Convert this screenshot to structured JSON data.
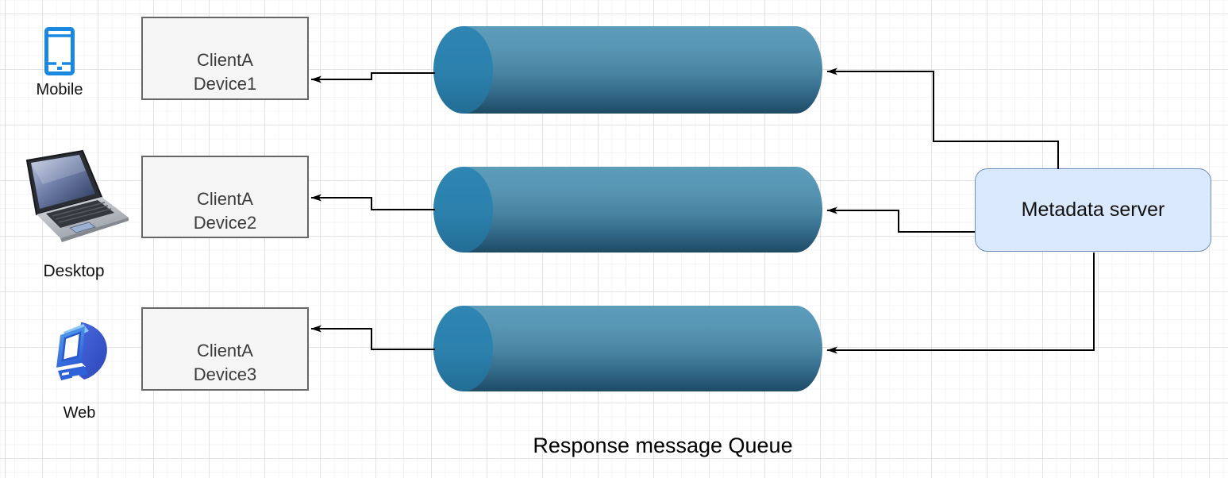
{
  "diagram": {
    "caption": "Response message Queue",
    "clients": [
      {
        "device_label": "Mobile",
        "box": {
          "line1": "ClientA",
          "line2": "Device1"
        }
      },
      {
        "device_label": "Desktop",
        "box": {
          "line1": "ClientA",
          "line2": "Device2"
        }
      },
      {
        "device_label": "Web",
        "box": {
          "line1": "ClientA",
          "line2": "Device3"
        }
      }
    ],
    "server": {
      "label": "Metadata server"
    },
    "queue_count": 3,
    "colors": {
      "queue_body_top": "#5d9dbb",
      "queue_body_bottom": "#1d4b64",
      "queue_cap": "#2b80ac",
      "server_fill": "#dae8fc",
      "server_border": "#6c8ebf",
      "client_box_fill": "#f5f5f5",
      "client_box_border": "#666666",
      "mobile_icon_blue": "#1a87e0",
      "web_icon_blue": "#2e62d8",
      "connector": "#000000"
    }
  }
}
